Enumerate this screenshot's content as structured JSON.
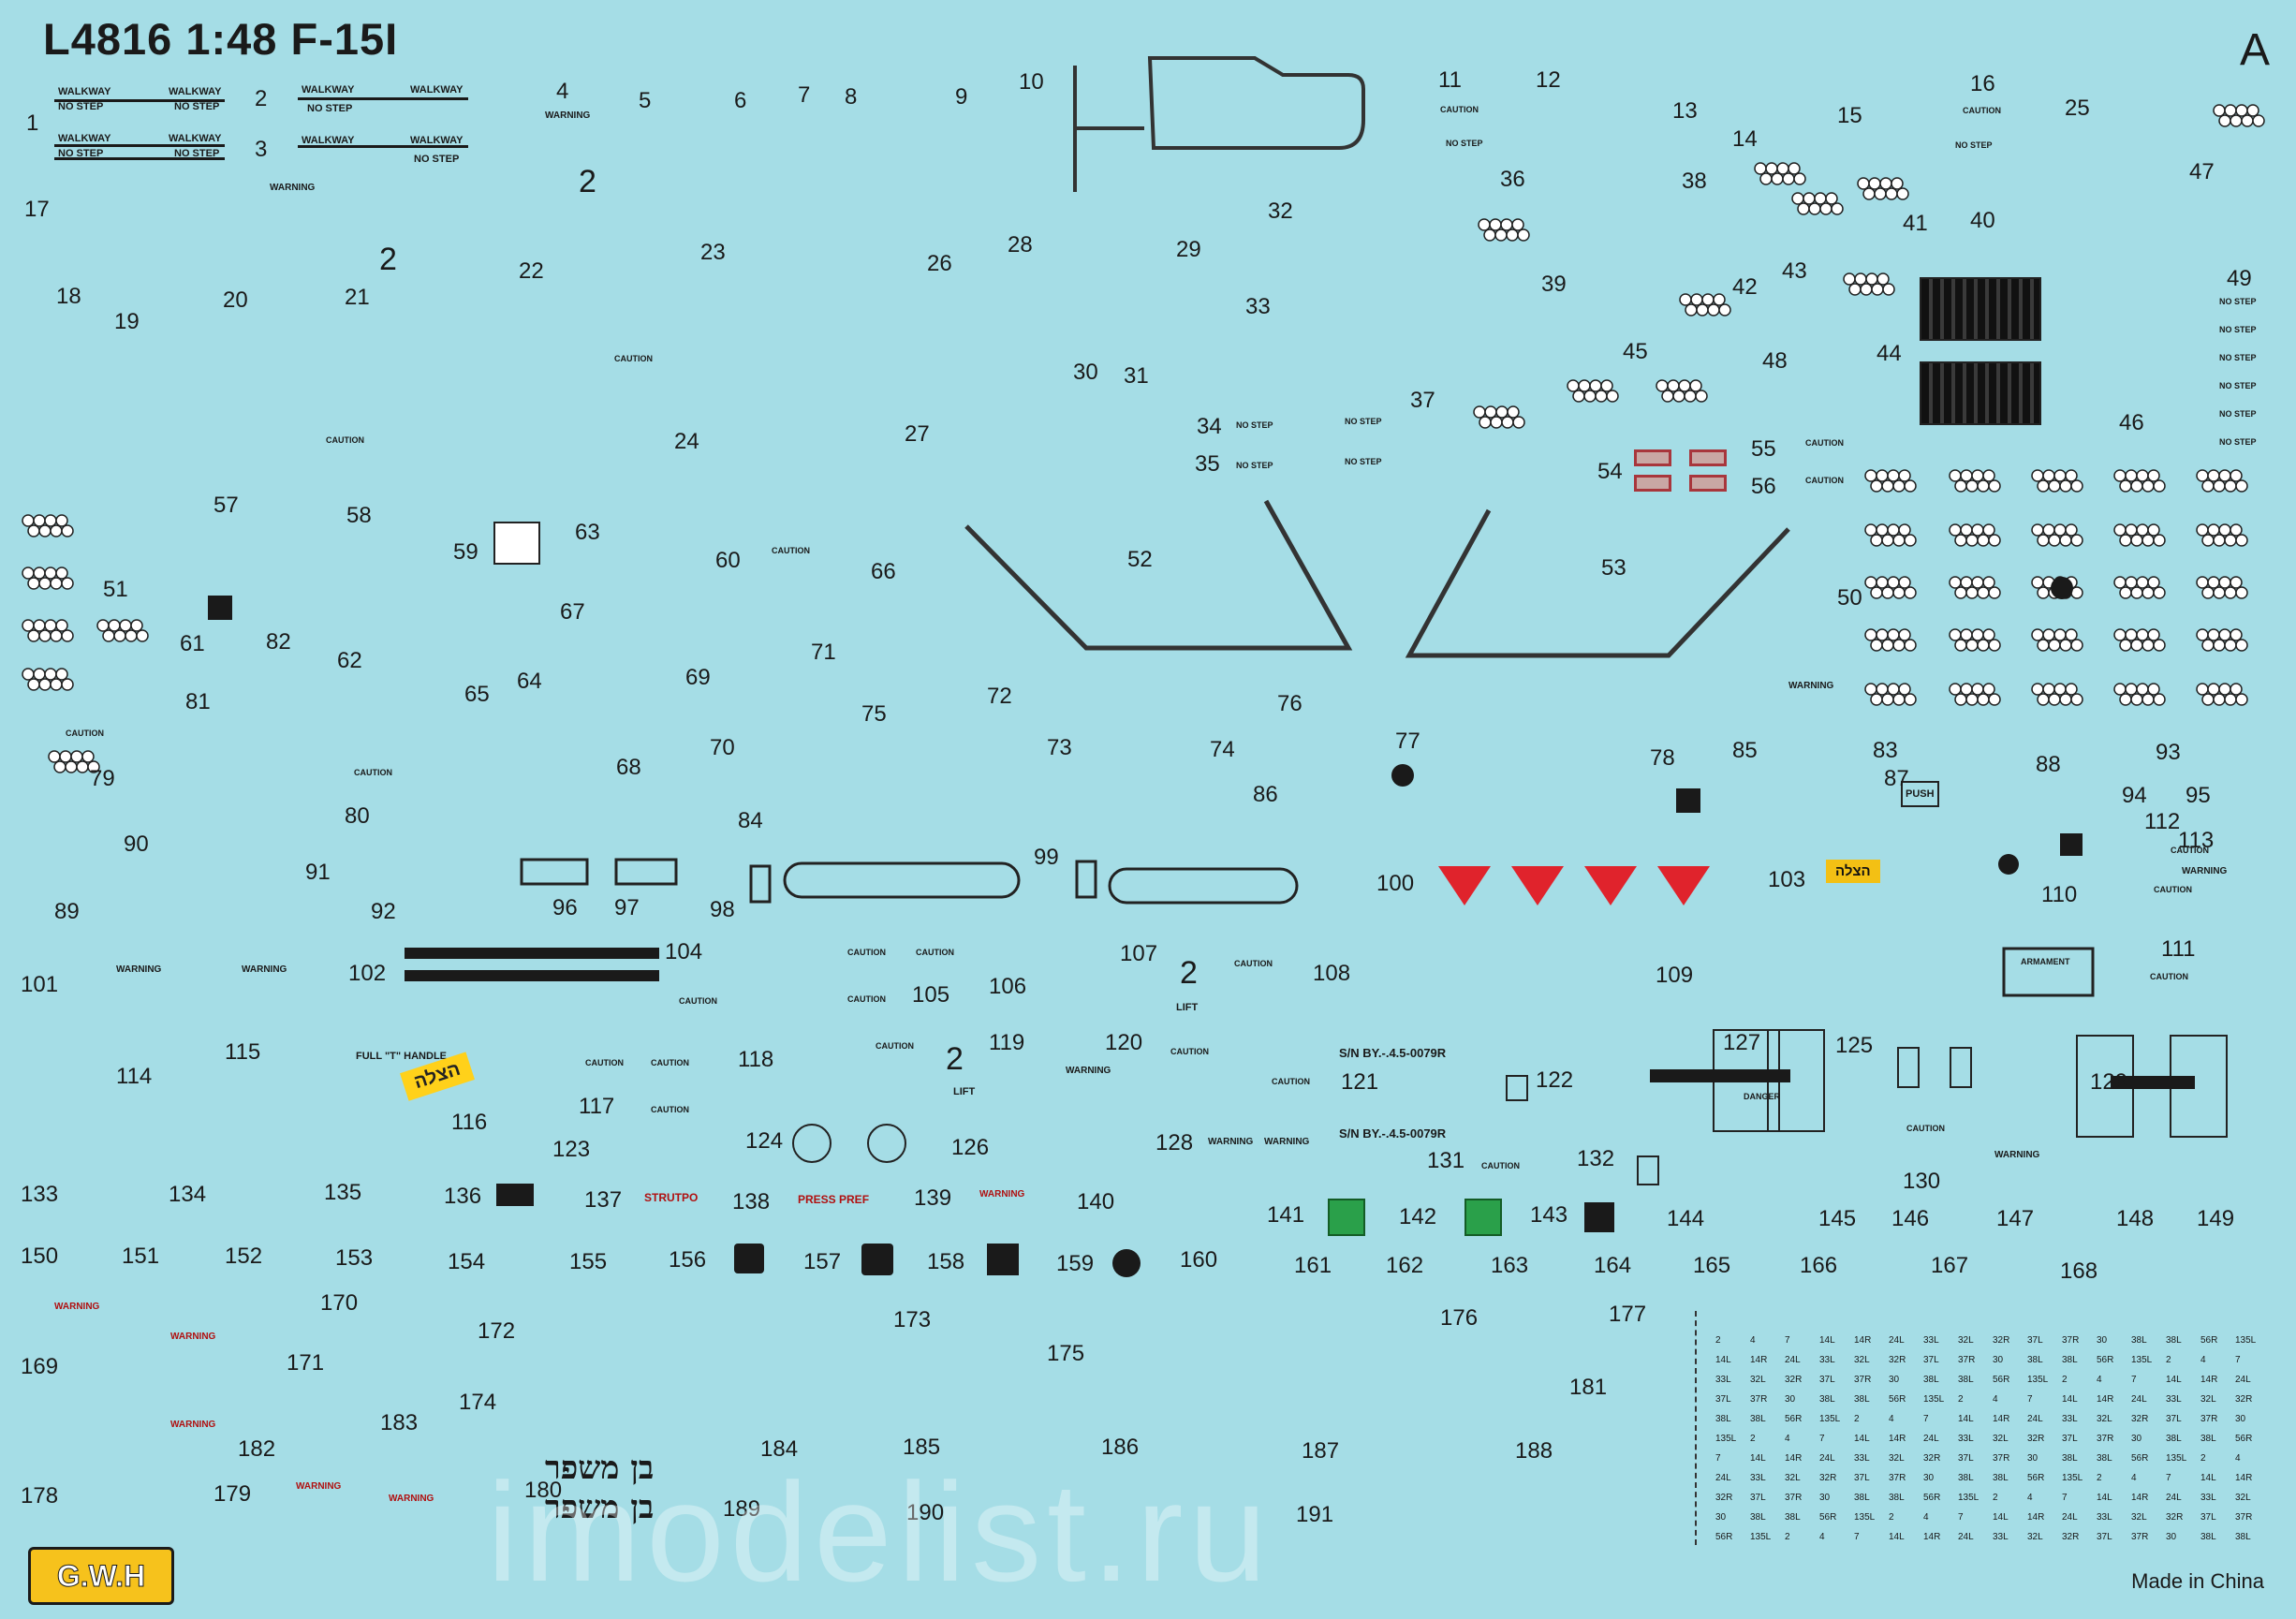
{
  "header": {
    "code": "L4816",
    "scale": "1:48",
    "model": "F-15I",
    "sheet_letter": "A"
  },
  "numbers": [
    "1",
    "2",
    "3",
    "4",
    "5",
    "6",
    "7",
    "8",
    "9",
    "10",
    "11",
    "12",
    "13",
    "14",
    "15",
    "16",
    "17",
    "18",
    "19",
    "20",
    "21",
    "22",
    "23",
    "24",
    "25",
    "26",
    "27",
    "28",
    "29",
    "30",
    "31",
    "32",
    "33",
    "34",
    "35",
    "36",
    "37",
    "38",
    "39",
    "40",
    "41",
    "42",
    "43",
    "44",
    "45",
    "46",
    "47",
    "48",
    "49",
    "50",
    "51",
    "52",
    "53",
    "54",
    "55",
    "56",
    "57",
    "58",
    "59",
    "60",
    "61",
    "62",
    "63",
    "64",
    "65",
    "66",
    "67",
    "68",
    "69",
    "70",
    "71",
    "72",
    "73",
    "74",
    "75",
    "76",
    "77",
    "78",
    "79",
    "80",
    "81",
    "82",
    "83",
    "84",
    "85",
    "86",
    "87",
    "88",
    "89",
    "90",
    "91",
    "92",
    "93",
    "94",
    "95",
    "96",
    "97",
    "98",
    "99",
    "100",
    "101",
    "102",
    "103",
    "104",
    "105",
    "106",
    "107",
    "108",
    "109",
    "110",
    "111",
    "112",
    "113",
    "114",
    "115",
    "116",
    "117",
    "118",
    "119",
    "120",
    "121",
    "122",
    "123",
    "124",
    "125",
    "126",
    "127",
    "128",
    "129",
    "130",
    "131",
    "132",
    "133",
    "134",
    "135",
    "136",
    "137",
    "138",
    "139",
    "140",
    "141",
    "142",
    "143",
    "144",
    "145",
    "146",
    "147",
    "148",
    "149",
    "150",
    "151",
    "152",
    "153",
    "154",
    "155",
    "156",
    "157",
    "158",
    "159",
    "160",
    "161",
    "162",
    "163",
    "164",
    "165",
    "166",
    "167",
    "168",
    "169",
    "170",
    "171",
    "172",
    "173",
    "174",
    "175",
    "176",
    "177",
    "178",
    "179",
    "180",
    "181",
    "182",
    "183",
    "184",
    "185",
    "186",
    "187",
    "188",
    "189",
    "190",
    "191"
  ],
  "stencils": {
    "walkway": "WALKWAY",
    "no_step": "NO STEP",
    "caution": "CAUTION",
    "warning": "WARNING",
    "danger": "DANGER",
    "armament": "ARMAMENT",
    "strutpo": "STRUTPO",
    "press_pref": "PRESS PREF",
    "lift": "LIFT",
    "push": "PUSH",
    "sn_1": "S/N BY.-.4.5-0079R",
    "sn_2": "S/N BY.-.4.5-0079R",
    "full_t_handle": "FULL \"T\" HANDLE",
    "hatzala": "הצלה",
    "hebrew_1": "בן משפר",
    "hebrew_2": "בן משפר",
    "made_in": "Made in China",
    "brand": "G.W.H",
    "watermark": "imodelist.ru"
  },
  "colors": {
    "background": "#a5dde6",
    "ink": "#1a1a1a",
    "red": "#e0232c",
    "yellow": "#f3c014",
    "green": "#2aa04a"
  }
}
